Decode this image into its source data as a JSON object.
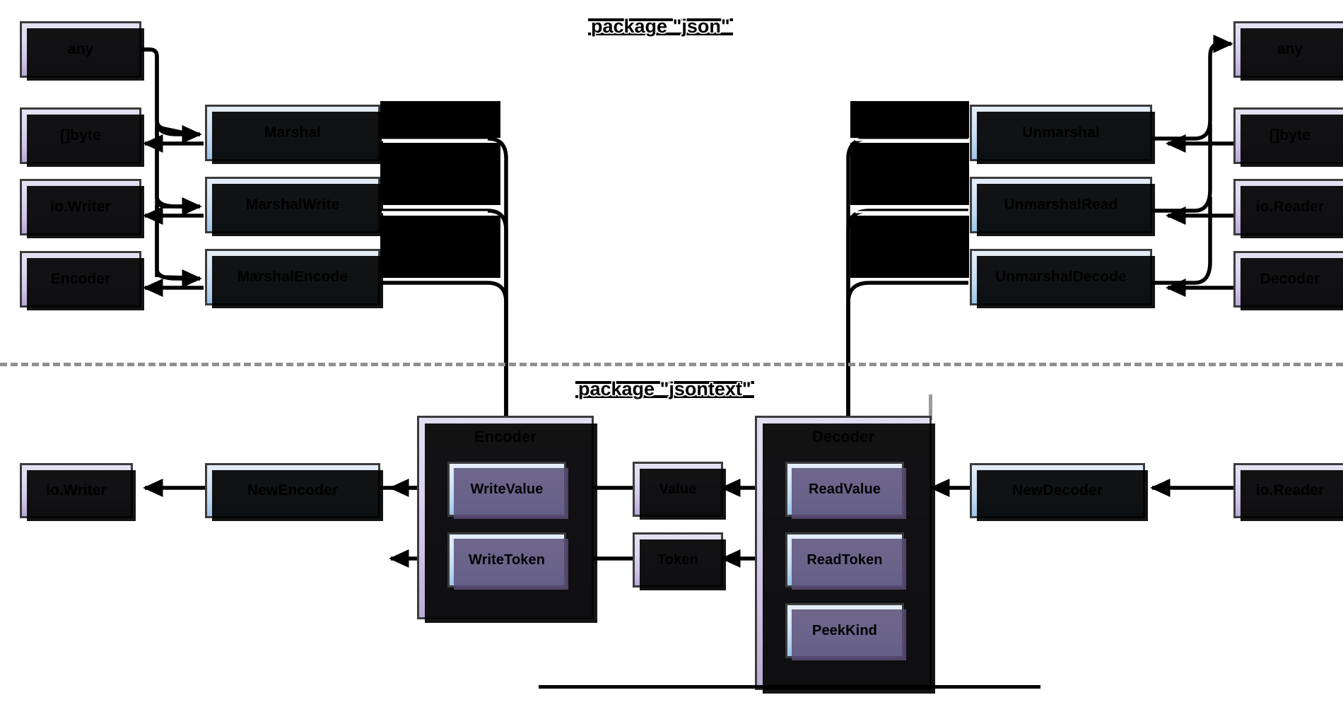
{
  "diagram": {
    "title_json": "package \"json\"",
    "title_jsontext": "package \"jsontext\"",
    "colors": {
      "type_node_fill_top": "#e6e2f4",
      "type_node_fill_bottom": "#b7a9d6",
      "func_node_fill_top": "#e4eef9",
      "func_node_fill_bottom": "#9cc4e8",
      "group_fill_top": "#e3dff2",
      "group_fill_bottom": "#b9abd7",
      "border": "#3b3b3b",
      "edge": "#000000",
      "separator": "#8f8f8f"
    }
  },
  "json_package": {
    "left_types": [
      {
        "label": "any"
      },
      {
        "label": "[]byte"
      },
      {
        "label": "io.Writer"
      },
      {
        "label": "Encoder"
      }
    ],
    "marshal_funcs": [
      {
        "label": "Marshal"
      },
      {
        "label": "MarshalWrite"
      },
      {
        "label": "MarshalEncode"
      }
    ],
    "unmarshal_funcs": [
      {
        "label": "Unmarshal"
      },
      {
        "label": "UnmarshalRead"
      },
      {
        "label": "UnmarshalDecode"
      }
    ],
    "right_types": [
      {
        "label": "any"
      },
      {
        "label": "[]byte"
      },
      {
        "label": "io.Reader"
      },
      {
        "label": "Decoder"
      }
    ]
  },
  "jsontext_package": {
    "io_writer": "io.Writer",
    "new_encoder": "NewEncoder",
    "encoder_group": {
      "title": "Encoder",
      "methods": [
        {
          "label": "WriteValue"
        },
        {
          "label": "WriteToken"
        }
      ]
    },
    "middle_types": [
      {
        "label": "Value"
      },
      {
        "label": "Token"
      }
    ],
    "decoder_group": {
      "title": "Decoder",
      "methods": [
        {
          "label": "ReadValue"
        },
        {
          "label": "ReadToken"
        },
        {
          "label": "PeekKind"
        }
      ]
    },
    "new_decoder": "NewDecoder",
    "io_reader": "io.Reader"
  }
}
